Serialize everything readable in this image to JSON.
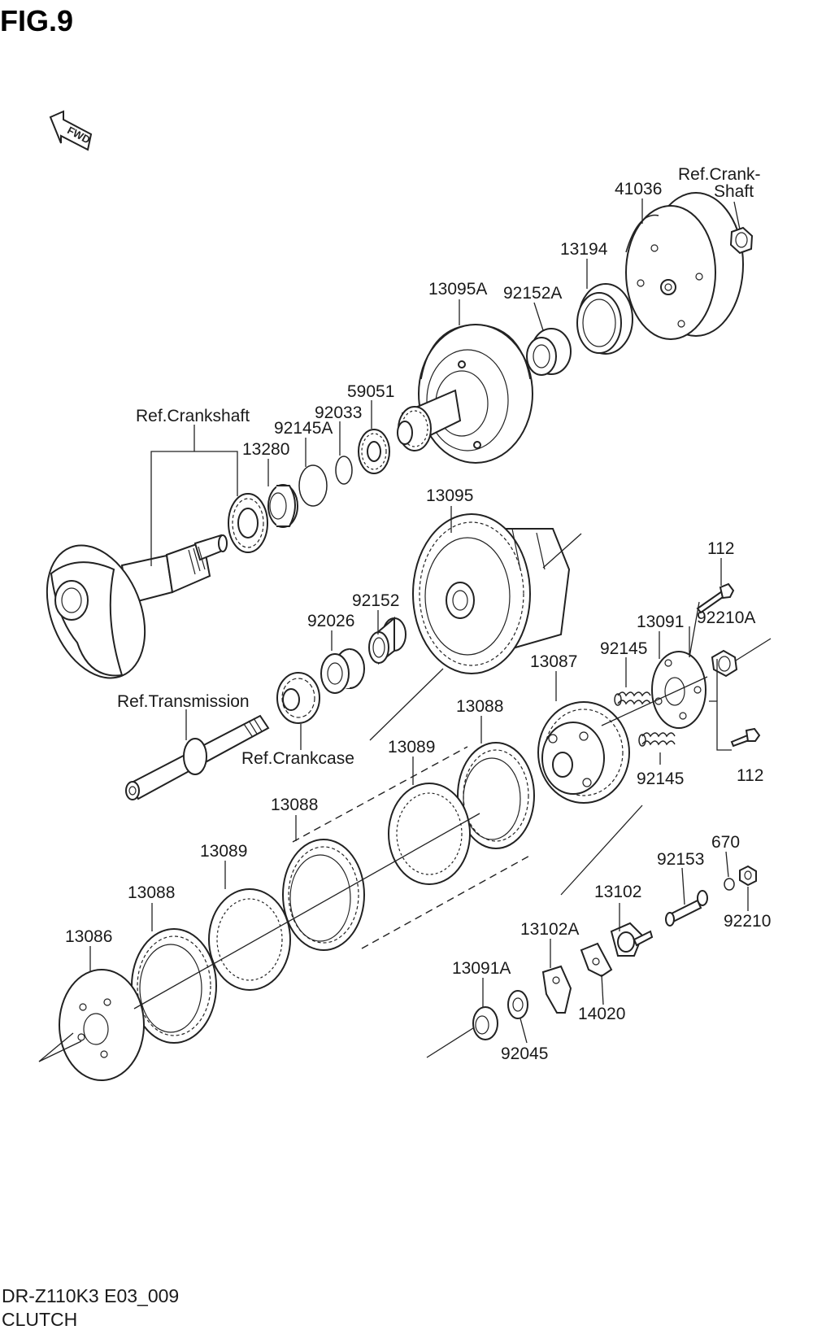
{
  "figure": {
    "title": "FIG.9",
    "direction_tag": "FWD",
    "footer_code": "DR-Z110K3 E03_009",
    "footer_name": "CLUTCH"
  },
  "labels": {
    "p41036": "41036",
    "ref_crank_shaft_1": "Ref.Crank-",
    "ref_crank_shaft_2": "Shaft",
    "p13194": "13194",
    "p13095A": "13095A",
    "p92152A": "92152A",
    "p59051": "59051",
    "p92033": "92033",
    "p92145A": "92145A",
    "ref_crankshaft": "Ref.Crankshaft",
    "p13280": "13280",
    "p13095": "13095",
    "p112_top": "112",
    "p92152": "92152",
    "p92026": "92026",
    "p13091": "13091",
    "p92210A": "92210A",
    "p92145_top": "92145",
    "p13087": "13087",
    "ref_transmission": "Ref.Transmission",
    "p13088_top": "13088",
    "p92145_bot": "92145",
    "p112_bot": "112",
    "ref_crankcase": "Ref.Crankcase",
    "p13089_top": "13089",
    "p13088_mid": "13088",
    "p670": "670",
    "p92153": "92153",
    "p13089_mid": "13089",
    "p13102": "13102",
    "p92210": "92210",
    "p13088_low": "13088",
    "p13102A": "13102A",
    "p13086": "13086",
    "p13091A": "13091A",
    "p14020": "14020",
    "p92045": "92045"
  },
  "colors": {
    "ink": "#222222",
    "background": "#ffffff"
  }
}
